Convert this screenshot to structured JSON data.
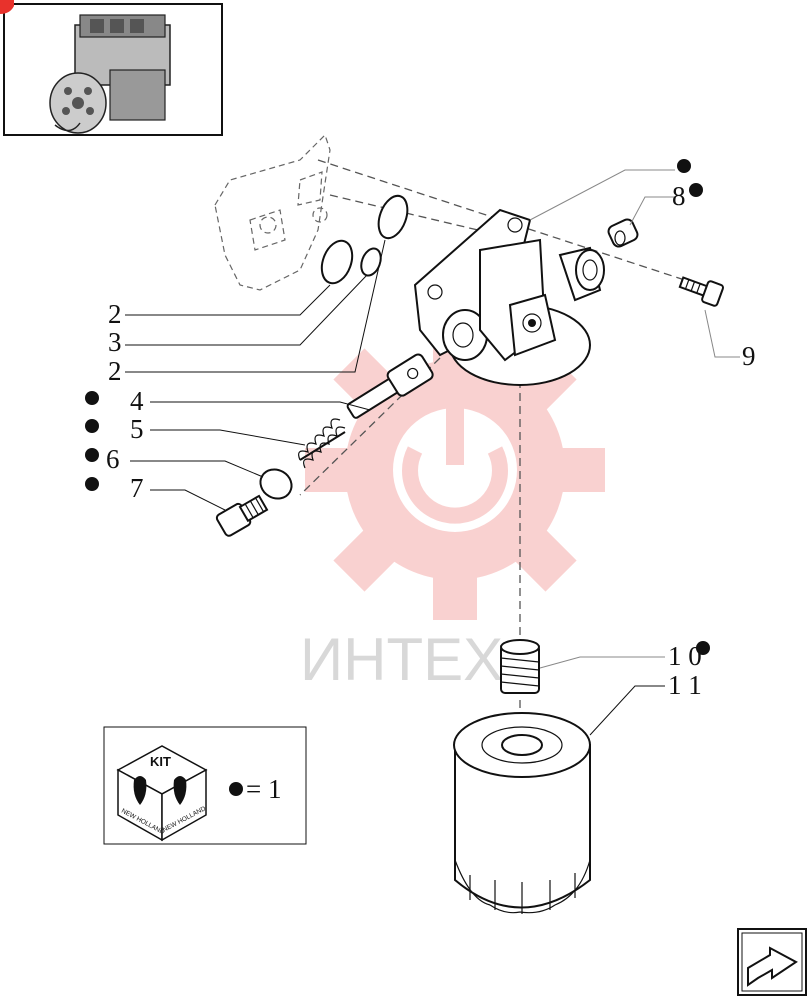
{
  "callouts": [
    {
      "id": "c2a",
      "label": "2",
      "kit": false
    },
    {
      "id": "c3",
      "label": "3",
      "kit": false
    },
    {
      "id": "c2b",
      "label": "2",
      "kit": false
    },
    {
      "id": "c4",
      "label": "4",
      "kit": true
    },
    {
      "id": "c5",
      "label": "5",
      "kit": true
    },
    {
      "id": "c6",
      "label": "6",
      "kit": true
    },
    {
      "id": "c7",
      "label": "7",
      "kit": true
    },
    {
      "id": "c8",
      "label": "8",
      "kit": true
    },
    {
      "id": "c9",
      "label": "9",
      "kit": false
    },
    {
      "id": "c10",
      "label": "1 0",
      "kit": true
    },
    {
      "id": "c11",
      "label": "1 1",
      "kit": false
    }
  ],
  "legend": {
    "kit_label": "KIT",
    "brand": "NEW HOLLAND",
    "kit_equals": "= 1"
  },
  "watermark": {
    "text": "ИНТЕХ",
    "color": "#e8322c"
  },
  "icons": {
    "thumbnail": "engine-thumbnail-icon",
    "next_page": "next-page-arrow-icon",
    "kit": "kit-box-icon"
  }
}
